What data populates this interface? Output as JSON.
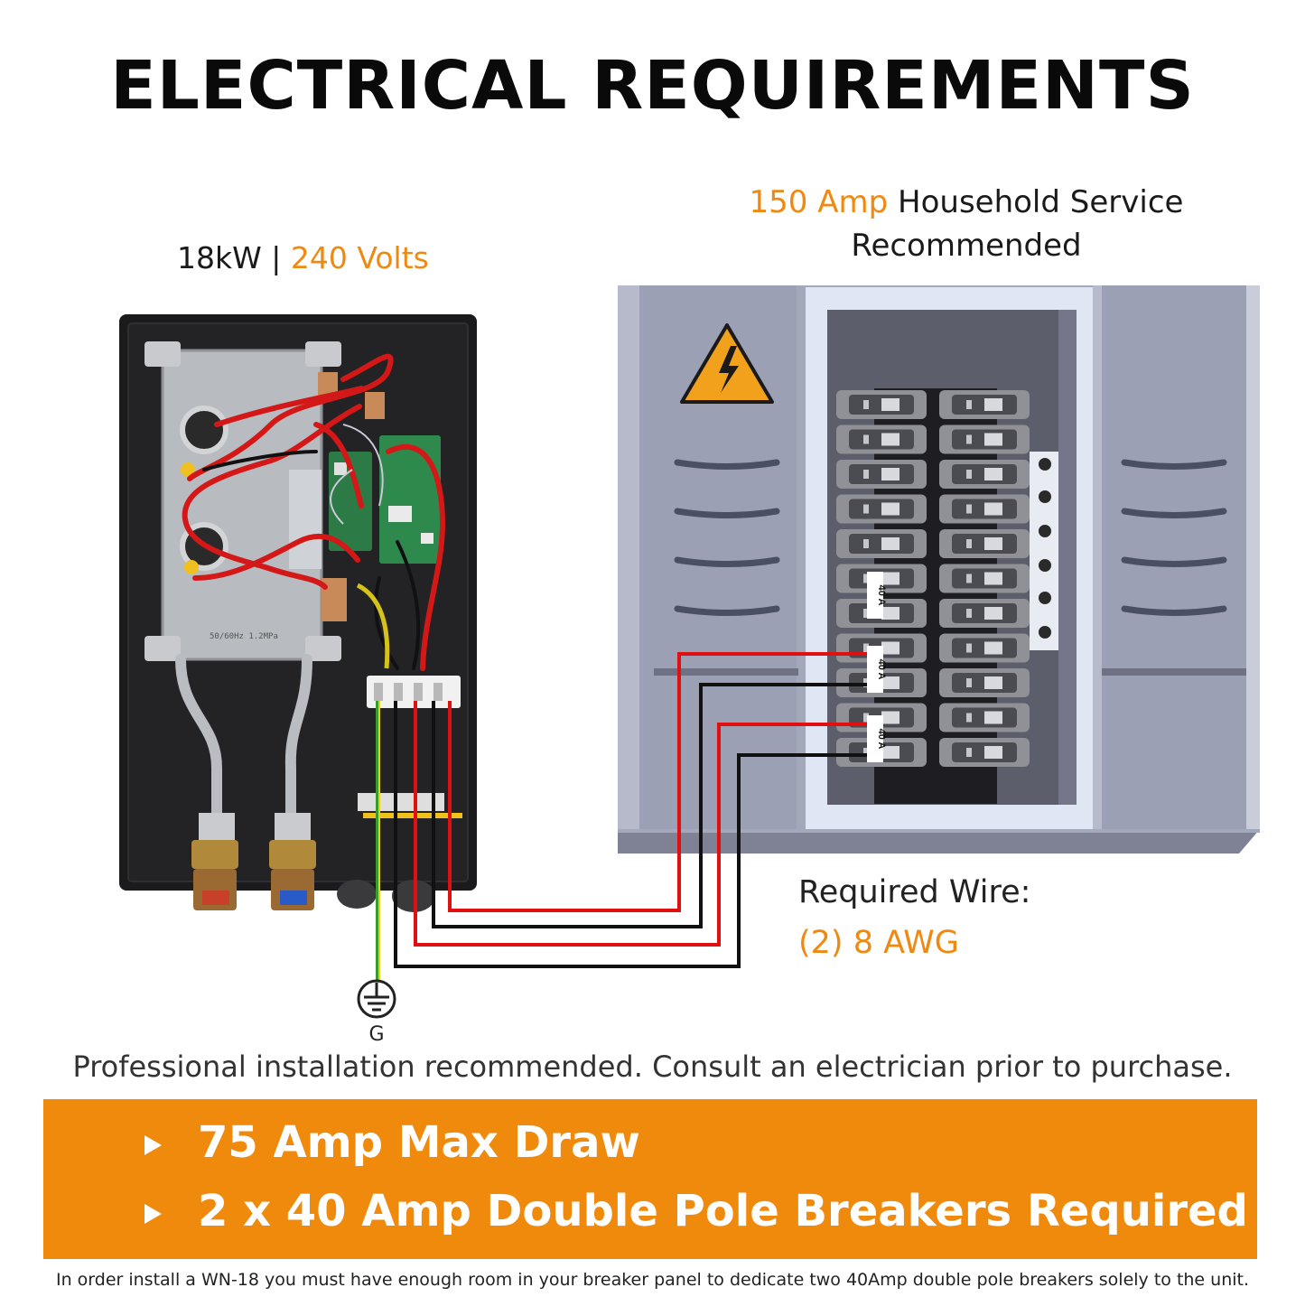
{
  "title": "ELECTRICAL REQUIREMENTS",
  "heater": {
    "power": "18kW",
    "separator": "|",
    "voltage": "240 Volts",
    "panel_text": "50/60Hz 1.2MPa"
  },
  "service": {
    "amp": "150 Amp",
    "rest": "Household Service",
    "line2": "Recommended"
  },
  "breaker_labels": [
    "40 A",
    "40 A",
    "40 A"
  ],
  "ground_label": "G",
  "wire": {
    "label": "Required Wire:",
    "spec": "(2) 8 AWG"
  },
  "disclaimer": "Professional installation recommended. Consult an electrician prior to purchase.",
  "bullets": [
    "75 Amp Max Draw",
    "2 x 40 Amp Double Pole Breakers Required"
  ],
  "footnote": "In order install a WN-18 you must have enough room in your breaker panel to dedicate two 40Amp double pole breakers solely to the unit.",
  "colors": {
    "accent": "#ee8a12",
    "banner": "#ef8a0c",
    "wire_red": "#e01010",
    "wire_black": "#111111",
    "wire_ground": "#3a9a2a",
    "panel_gray": "#9ea4b8"
  },
  "icons": [
    "warning-icon",
    "ground-icon",
    "bullet-icon"
  ]
}
